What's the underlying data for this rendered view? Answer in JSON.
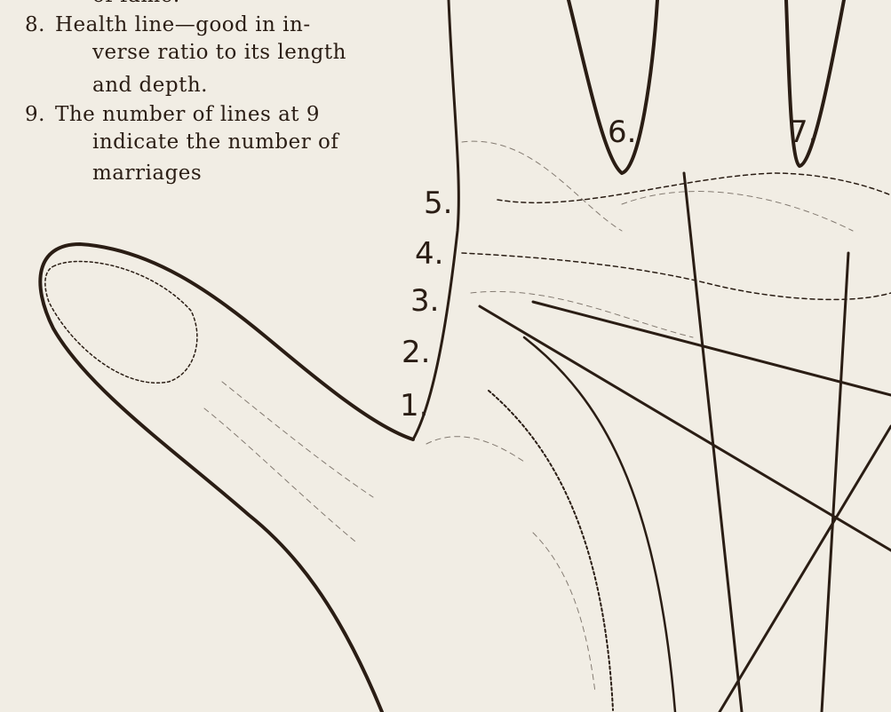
{
  "notes": {
    "clipped_top": "of fame.",
    "items": [
      {
        "number": "8.",
        "lines": [
          "Health line—good in in-",
          "verse ratio to its length",
          "and depth."
        ]
      },
      {
        "number": "9.",
        "lines": [
          "The number of lines at 9",
          "indicate the number of",
          "marriages"
        ]
      }
    ]
  },
  "diagram": {
    "labels": [
      "1.",
      "2.",
      "3.",
      "4.",
      "5.",
      "6.",
      "7."
    ],
    "ink_color": "#2a1d14",
    "paper_color": "#f1ede4"
  }
}
